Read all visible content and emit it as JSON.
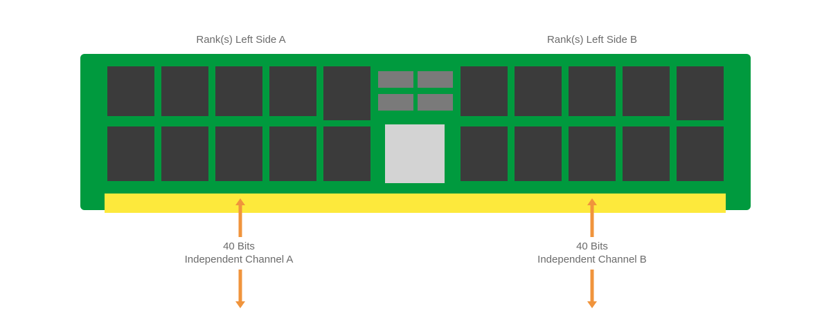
{
  "labels": {
    "side_a": "Rank(s) Left Side A",
    "side_b": "Rank(s) Left Side B"
  },
  "channels": {
    "a": {
      "bits": "40 Bits",
      "name": "Independent Channel A"
    },
    "b": {
      "bits": "40 Bits",
      "name": "Independent Channel B"
    }
  },
  "colors": {
    "pcb": "#009a3e",
    "chip": "#3b3b3b",
    "small_chip": "#7a7a7a",
    "center_chip": "#d3d3d3",
    "contacts": "#fde93c",
    "arrow": "#f0943c",
    "text": "#6b6b6b"
  },
  "icons": {
    "arrow_up": "arrow-up-icon",
    "arrow_down": "arrow-down-icon"
  }
}
